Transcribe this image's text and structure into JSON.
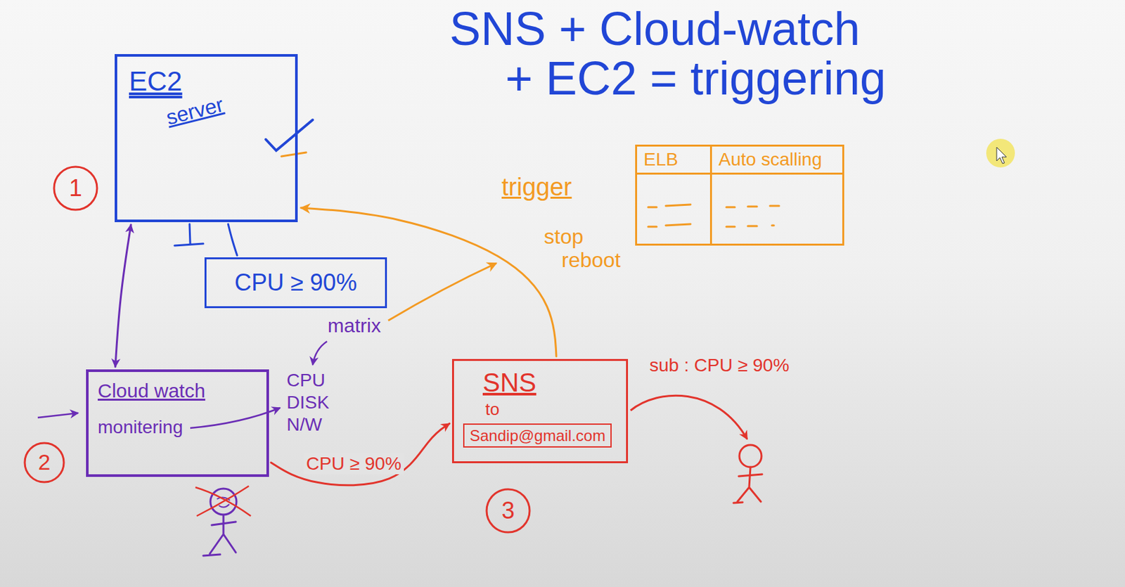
{
  "diagram": {
    "title": "SNS + Cloud-watch + EC2 = triggering",
    "nodes": [
      {
        "text": [
          "EC2",
          "server"
        ]
      },
      {
        "text": [
          "ELB",
          "Auto scalling"
        ]
      },
      {
        "text": [
          "CPU ≥ 90%"
        ]
      },
      {
        "text": [
          "Cloud watch",
          "monitering"
        ]
      },
      {
        "text": [
          "SNS",
          "to"
        ]
      },
      {
        "text": [
          "Sandip@gmail.com"
        ],
        "in": 4
      }
    ],
    "edges": [
      {
        "from": 0,
        "to": 2,
        "arrow": "none"
      },
      {
        "from": 0,
        "to": 3,
        "arrow": "both"
      },
      {
        "from": 3,
        "to": 4,
        "arrow": "to",
        "label": "CPU ≥ 90%"
      },
      {
        "from": 4,
        "to": 0,
        "arrow": "to"
      }
    ],
    "labels": [
      "1",
      "trigger",
      "stop",
      "reboot",
      "matrix",
      "CPU",
      "DISK",
      "N/W",
      "2",
      "sub : CPU ≥ 90%",
      "3"
    ]
  }
}
